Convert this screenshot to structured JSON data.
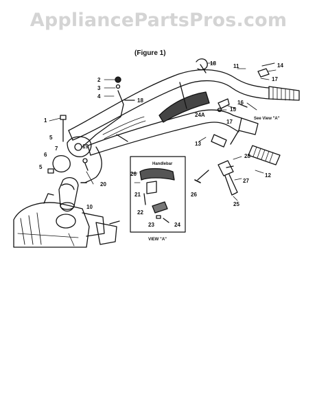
{
  "watermark": "AppliancePartsPros.com",
  "figure_title": "(Figure 1)",
  "inset": {
    "header": "Handlebar",
    "caption": "VIEW \"A\""
  },
  "see_view": "See View \"A\"",
  "parts": {
    "p1": "1",
    "p2": "2",
    "p3": "3",
    "p4": "4",
    "p5": "5",
    "p6": "6",
    "p7": "7",
    "p10": "10",
    "p11": "11",
    "p12": "12",
    "p13": "13",
    "p14": "14",
    "p15": "15",
    "p16": "16",
    "p17a": "17",
    "p17b": "17",
    "p18": "18",
    "p19": "19",
    "p20": "20",
    "p21": "21",
    "p22": "22",
    "p23": "23",
    "p24": "24",
    "p24a": "24A",
    "p25": "25",
    "p26": "26",
    "p27": "27",
    "p28": "28",
    "p18b": "18"
  }
}
